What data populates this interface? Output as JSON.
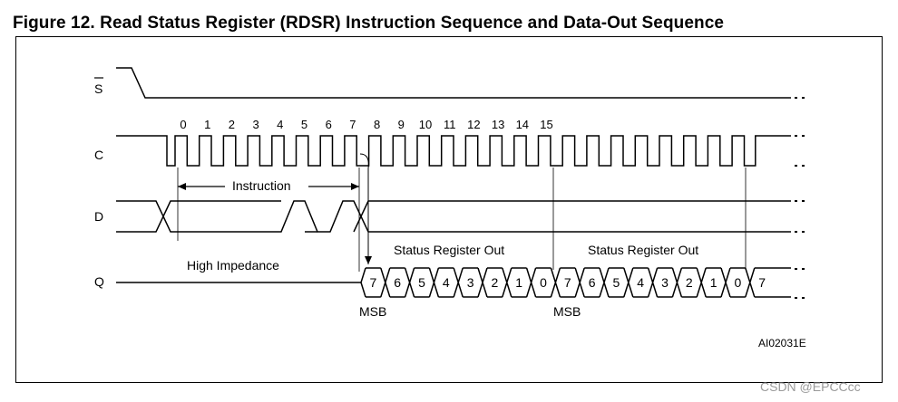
{
  "title": "Figure 12. Read Status Register (RDSR) Instruction Sequence and Data-Out Sequence",
  "signals": {
    "s": "S",
    "c": "C",
    "d": "D",
    "q": "Q"
  },
  "clock_numbers": [
    "0",
    "1",
    "2",
    "3",
    "4",
    "5",
    "6",
    "7",
    "8",
    "9",
    "10",
    "11",
    "12",
    "13",
    "14",
    "15"
  ],
  "labels": {
    "instruction": "Instruction",
    "high_impedance": "High Impedance",
    "status_register_out_1": "Status Register Out",
    "status_register_out_2": "Status Register Out",
    "msb_1": "MSB",
    "msb_2": "MSB",
    "ref": "AI02031E"
  },
  "q_bits": [
    "7",
    "6",
    "5",
    "4",
    "3",
    "2",
    "1",
    "0",
    "7",
    "6",
    "5",
    "4",
    "3",
    "2",
    "1",
    "0",
    "7"
  ],
  "watermark": "CSDN @EPCCcc"
}
